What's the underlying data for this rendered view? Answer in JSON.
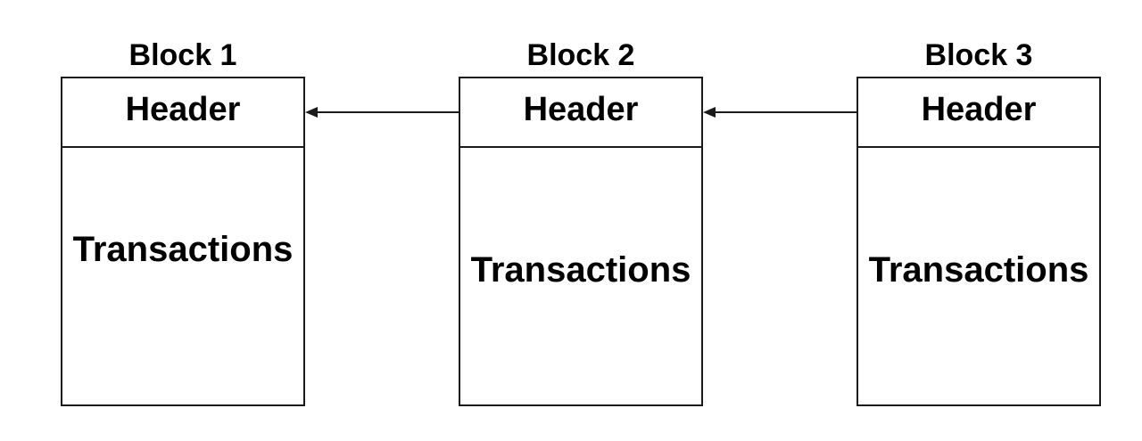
{
  "blocks": [
    {
      "title": "Block 1",
      "header": "Header",
      "body": "Transactions"
    },
    {
      "title": "Block 2",
      "header": "Header",
      "body": "Transactions"
    },
    {
      "title": "Block 3",
      "header": "Header",
      "body": "Transactions"
    }
  ],
  "colors": {
    "line": "#1a1a1a",
    "text": "#000000",
    "background": "#ffffff"
  }
}
